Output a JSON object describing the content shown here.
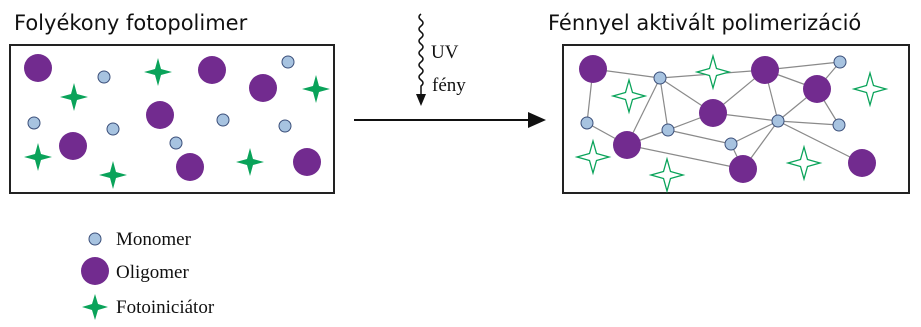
{
  "left_panel": {
    "title": "Folyékony fotopolimer"
  },
  "right_panel": {
    "title": "Fénnyel aktivált polimerizáció"
  },
  "arrow": {
    "label_line1": "UV",
    "label_line2": "fény"
  },
  "legend": {
    "monomer": "Monomer",
    "oligomer": "Oligomer",
    "photoinitiator": "Fotoiniciátor"
  },
  "colors": {
    "monomer_fill": "#a7c3e0",
    "monomer_stroke": "#3b4f7a",
    "oligomer": "#722b8f",
    "photoinitiator": "#0aa35a",
    "network_line": "#8a8a8a",
    "frame": "#222222"
  }
}
